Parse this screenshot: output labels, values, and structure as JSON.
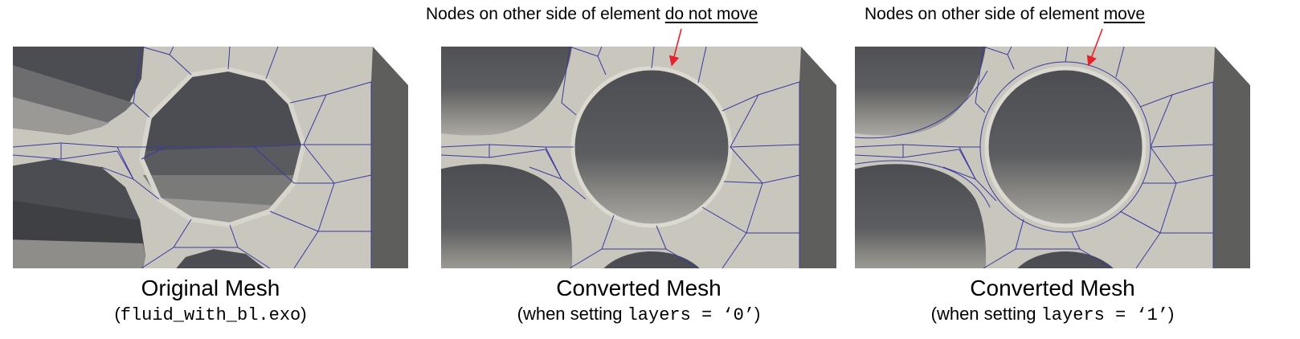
{
  "panels": [
    {
      "caption_title": "Original Mesh",
      "caption_sub_prefix": "(",
      "caption_sub_code": "fluid_with_bl.exo",
      "caption_sub_suffix": ")"
    },
    {
      "annotation_prefix": "Nodes on other side of element ",
      "annotation_emphasis": "do not move",
      "caption_title": "Converted Mesh",
      "caption_sub_prefix": "(when setting ",
      "caption_sub_code": "layers = ‘0’",
      "caption_sub_suffix": ")"
    },
    {
      "annotation_prefix": "Nodes on other side of element ",
      "annotation_emphasis": "move",
      "caption_title": "Converted Mesh",
      "caption_sub_prefix": "(when setting ",
      "caption_sub_code": "layers = ‘1’",
      "caption_sub_suffix": ")"
    }
  ],
  "colors": {
    "mesh_face": "#c9c6bd",
    "mesh_lines": "#3a3aa0",
    "hole_dark": "#4c4d52",
    "hole_mid": "#6d6d70",
    "hole_light": "#9a9995",
    "side_face": "#5e5e5c",
    "arrow": "#e8202a"
  }
}
